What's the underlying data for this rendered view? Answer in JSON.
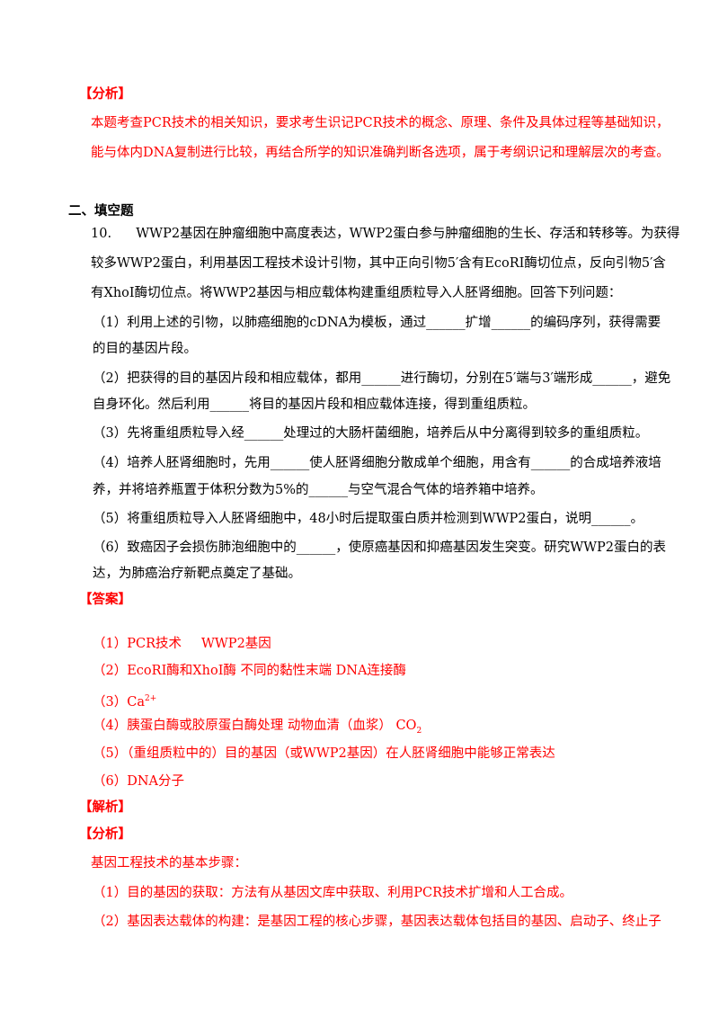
{
  "colors": {
    "answer": "#ff0000",
    "text": "#000000"
  },
  "analysis1": {
    "label": "【分析】",
    "lines": [
      "本题考查PCR技术的相关知识，要求考生识记PCR技术的概念、原理、条件及具体过程等基础知识，",
      "能与体内DNA复制进行比较，再结合所学的知识准确判断各选项，属于考纲识记和理解层次的考查。"
    ]
  },
  "section_title": "二、填空题",
  "question": {
    "number": "10.",
    "stem": [
      "WWP2基因在肿瘤细胞中高度表达，WWP2蛋白参与肿瘤细胞的生长、存活和转移等。为获得",
      "较多WWP2蛋白，利用基因工程技术设计引物，其中正向引物5′含有EcoRI酶切位点，反向引物5′含",
      "有XhoI酶切位点。将WWP2基因与相应载体构建重组质粒导入人胚肾细胞。回答下列问题："
    ],
    "parts": [
      "（1）利用上述的引物，以肺癌细胞的cDNA为模板，通过______扩增______的编码序列，获得需要",
      "的目的基因片段。",
      "（2）把获得的目的基因片段和相应载体，都用______进行酶切，分别在5′端与3′端形成______，避免",
      "自身环化。然后利用______将目的基因片段和相应载体连接，得到重组质粒。",
      "（3）先将重组质粒导入经______处理过的大肠杆菌细胞，培养后从中分离得到较多的重组质粒。",
      "（4）培养人胚肾细胞时，先用______使人胚肾细胞分散成单个细胞，用含有______的合成培养液培",
      "养，并将培养瓶置于体积分数为5%的______与空气混合气体的培养箱中培养。",
      "（5）将重组质粒导入人胚肾细胞中，48小时后提取蛋白质并检测到WWP2蛋白，说明______。",
      "（6）致癌因子会损伤肺泡细胞中的______，使原癌基因和抑癌基因发生突变。研究WWP2蛋白的表",
      "达，为肺癌治疗新靶点奠定了基础。"
    ]
  },
  "answer": {
    "label": "【答案】",
    "a1_prefix": "（1）PCR技术",
    "a1_rest": "WWP2基因",
    "a2": "（2）EcoRI酶和XhoI酶  不同的黏性末端    DNA连接酶",
    "a3_prefix": "（3）Ca",
    "a3_sup": "2+",
    "a4_prefix": "（4）胰蛋白酶或胶原蛋白酶处理   动物血清（血浆）    CO",
    "a4_sub": "2",
    "a5": "（5）（重组质粒中的）目的基因（或WWP2基因）在人胚肾细胞中能够正常表达",
    "a6": "（6）DNA分子"
  },
  "explanation_label": "【解析】",
  "analysis2": {
    "label": "【分析】",
    "lines": [
      "基因工程技术的基本步骤：",
      "（1）目的基因的获取：方法有从基因文库中获取、利用PCR技术扩增和人工合成。",
      "（2）基因表达载体的构建：是基因工程的核心步骤，基因表达载体包括目的基因、启动子、终止子"
    ]
  }
}
